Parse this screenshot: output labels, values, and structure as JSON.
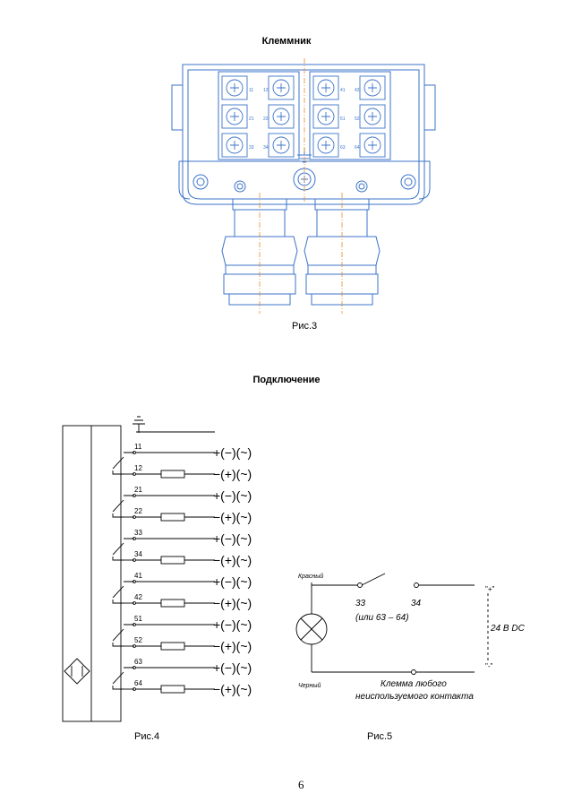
{
  "page": {
    "heading_terminal": "Клеммник",
    "heading_connection": "Подключение",
    "fig3_caption": "Рис.3",
    "fig4_caption": "Рис.4",
    "fig5_caption": "Рис.5",
    "page_number": "6"
  },
  "fig3": {
    "left_block_labels": [
      "11",
      "12",
      "21",
      "22",
      "33",
      "34"
    ],
    "right_block_labels": [
      "41",
      "42",
      "51",
      "52",
      "63",
      "64"
    ],
    "line_color": "#3b73c9",
    "axis_color": "#e88a2c"
  },
  "fig4": {
    "terminals": [
      {
        "num": "11",
        "pol": "+(−)(~)"
      },
      {
        "num": "12",
        "pol": "−(+)(~)"
      },
      {
        "num": "21",
        "pol": "+(−)(~)"
      },
      {
        "num": "22",
        "pol": "−(+)(~)"
      },
      {
        "num": "33",
        "pol": "+(−)(~)"
      },
      {
        "num": "34",
        "pol": "−(+)(~)"
      },
      {
        "num": "41",
        "pol": "+(−)(~)"
      },
      {
        "num": "42",
        "pol": "−(+)(~)"
      },
      {
        "num": "51",
        "pol": "+(−)(~)"
      },
      {
        "num": "52",
        "pol": "−(+)(~)"
      },
      {
        "num": "63",
        "pol": "+(−)(~)"
      },
      {
        "num": "64",
        "pol": "−(+)(~)"
      }
    ]
  },
  "fig5": {
    "red_label": "Красный",
    "black_label": "Черный",
    "contact_a": "33",
    "contact_b": "34",
    "alt_contacts": "(или 63 – 64)",
    "plus_label": "\"+\"",
    "minus_label": "\"-\"",
    "voltage": "24 В DC",
    "note_line1": "Клемма любого",
    "note_line2": "неиспользуемого контакта"
  }
}
